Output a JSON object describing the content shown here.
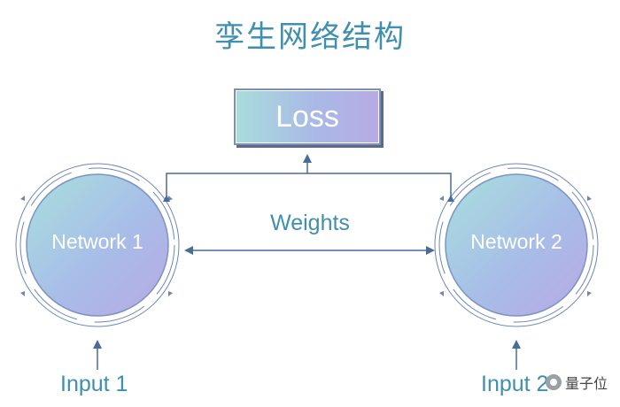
{
  "title": "孪生网络结构",
  "loss": {
    "label": "Loss"
  },
  "weights": {
    "label": "Weights"
  },
  "networks": [
    {
      "label": "Network 1",
      "input": "Input 1"
    },
    {
      "label": "Network 2",
      "input": "Input 2"
    }
  ],
  "watermark": {
    "text": "量子位",
    "icon": "wechat-logo-icon"
  },
  "colors": {
    "title": "#3f8fb0",
    "arrow": "#4a6c99",
    "circle_start": "#a9dcdc",
    "circle_end": "#b7abe4"
  }
}
